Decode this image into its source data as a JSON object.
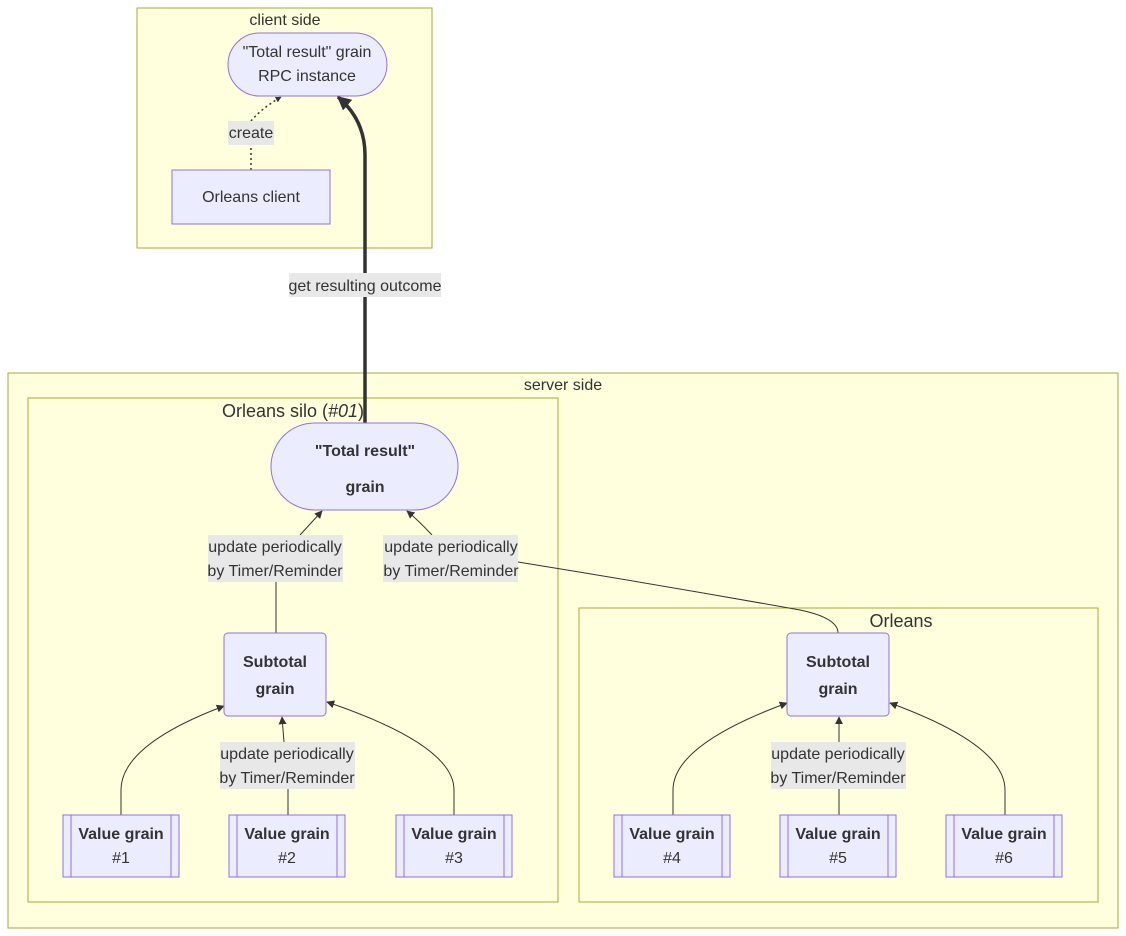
{
  "clusters": {
    "client_side": "client side",
    "server_side": "server side",
    "silo_prefix": "Orleans silo (",
    "silo_id": "#01",
    "silo_suffix": ")",
    "orleans": "Orleans"
  },
  "nodes": {
    "rpc_instance": [
      "\"Total result\" grain",
      "RPC instance"
    ],
    "orleans_client": "Orleans client",
    "total_result": [
      "\"Total result\"",
      "grain"
    ],
    "subtotal_left": [
      "Subtotal",
      "grain"
    ],
    "subtotal_right": [
      "Subtotal",
      "grain"
    ],
    "value_grains": [
      [
        "Value grain",
        "#1"
      ],
      [
        "Value grain",
        "#2"
      ],
      [
        "Value grain",
        "#3"
      ],
      [
        "Value grain",
        "#4"
      ],
      [
        "Value grain",
        "#5"
      ],
      [
        "Value grain",
        "#6"
      ]
    ]
  },
  "edge_labels": {
    "create": "create",
    "get_outcome": "get resulting outcome",
    "update_left": [
      "update periodically",
      "by Timer/Reminder"
    ],
    "update_right": [
      "update periodically",
      "by Timer/Reminder"
    ],
    "update_sub_left": [
      "update periodically",
      "by Timer/Reminder"
    ],
    "update_sub_right": [
      "update periodically",
      "by Timer/Reminder"
    ]
  },
  "colors": {
    "cluster_fill": "#ffffde",
    "cluster_stroke": "#aaaa33",
    "node_fill": "#ececff",
    "node_stroke": "#9370db",
    "edge": "#333333",
    "label_bg": "#e8e8e8"
  }
}
